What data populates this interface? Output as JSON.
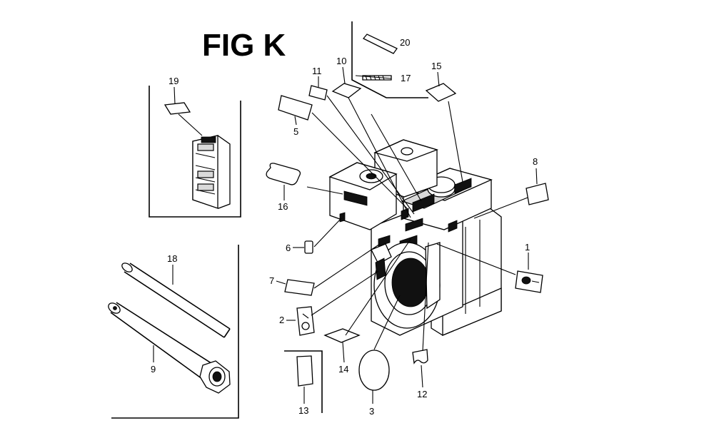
{
  "figure": {
    "title": "FIG K"
  },
  "callouts": [
    {
      "id": "1",
      "label": "1"
    },
    {
      "id": "2",
      "label": "2"
    },
    {
      "id": "3",
      "label": "3"
    },
    {
      "id": "5",
      "label": "5"
    },
    {
      "id": "6",
      "label": "6"
    },
    {
      "id": "7",
      "label": "7"
    },
    {
      "id": "8",
      "label": "8"
    },
    {
      "id": "9",
      "label": "9"
    },
    {
      "id": "10",
      "label": "10"
    },
    {
      "id": "11",
      "label": "11"
    },
    {
      "id": "12",
      "label": "12"
    },
    {
      "id": "13",
      "label": "13"
    },
    {
      "id": "14",
      "label": "14"
    },
    {
      "id": "15",
      "label": "15"
    },
    {
      "id": "16",
      "label": "16"
    },
    {
      "id": "17",
      "label": "17"
    },
    {
      "id": "18",
      "label": "18"
    },
    {
      "id": "19",
      "label": "19"
    },
    {
      "id": "20",
      "label": "20"
    }
  ]
}
